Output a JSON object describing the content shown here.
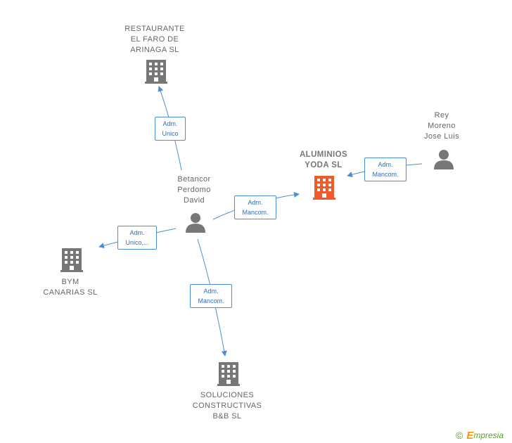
{
  "nodes": {
    "restaurante": {
      "label": "RESTAURANTE\nEL FARO DE\nARINAGA  SL",
      "icon": "building-icon"
    },
    "aluminios": {
      "label": "ALUMINIOS\nYODA  SL",
      "icon": "building-icon"
    },
    "rey": {
      "label": "Rey\nMoreno\nJose Luis",
      "icon": "person-icon"
    },
    "betancor": {
      "label": "Betancor\nPerdomo\nDavid",
      "icon": "person-icon"
    },
    "bym": {
      "label": "BYM\nCANARIAS  SL",
      "icon": "building-icon"
    },
    "soluciones": {
      "label": "SOLUCIONES\nCONSTRUCTIVAS\nB&B  SL",
      "icon": "building-icon"
    }
  },
  "edges": {
    "betancor_restaurante": {
      "label": "Adm.\nUnico"
    },
    "betancor_aluminios": {
      "label": "Adm.\nMancom."
    },
    "rey_aluminios": {
      "label": "Adm.\nMancom."
    },
    "betancor_bym": {
      "label": "Adm.\nUnico,..."
    },
    "betancor_soluciones": {
      "label": "Adm.\nMancom."
    }
  },
  "colors": {
    "edge": "#4a8fd6",
    "node_default": "#777777",
    "node_focus": "#f05a28"
  },
  "footer": {
    "copyright": "©",
    "brand_first": "E",
    "brand_rest": "mpresia"
  }
}
